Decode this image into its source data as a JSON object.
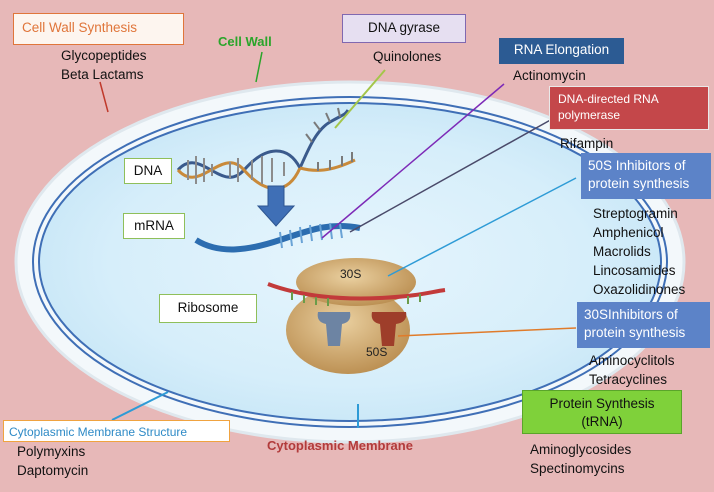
{
  "boxes": {
    "cell_wall_synthesis": "Cell Wall Synthesis",
    "dna_gyrase": "DNA gyrase",
    "rna_elongation": "RNA Elongation",
    "dna_directed_rna_polymerase": "DNA-directed RNA polymerase",
    "inhibitors_50s": "50S Inhibitors of protein synthesis",
    "inhibitors_30s": "30SInhibitors of protein synthesis",
    "protein_synthesis_trna": "Protein Synthesis (tRNA)",
    "cytoplasmic_membrane_structure": "Cytoplasmic Membrane Structure"
  },
  "labels": {
    "cell_wall": "Cell Wall",
    "cytoplasmic_membrane": "Cytoplasmic Membrane",
    "dna": "DNA",
    "mrna": "mRNA",
    "ribosome": "Ribosome",
    "subunit_30s": "30S",
    "subunit_50s": "50S"
  },
  "drugs": {
    "cell_wall_synthesis": [
      "Glycopeptides",
      "Beta Lactams"
    ],
    "dna_gyrase": [
      "Quinolones"
    ],
    "rna_elongation": [
      "Actinomycin"
    ],
    "dna_directed_rna_polymerase": [
      "Rifampin"
    ],
    "inhibitors_50s": [
      "Streptogramin",
      "Amphenicol",
      "Macrolids",
      "Lincosamides",
      "Oxazolidinones"
    ],
    "inhibitors_30s": [
      "Aminocyclitols",
      "Tetracyclines"
    ],
    "protein_synthesis_trna": [
      "Aminoglycosides",
      "Spectinomycins"
    ],
    "cytoplasmic_membrane_structure": [
      "Polymyxins",
      "Daptomycin"
    ]
  },
  "colors": {
    "background": "#e7b8b8",
    "cell_interior": "#dff1fb",
    "membrane": "#3f6fb6",
    "ribosome": "#d9b36f",
    "cell_wall_label": "#2aa52a",
    "membrane_label": "#b23b3b"
  }
}
